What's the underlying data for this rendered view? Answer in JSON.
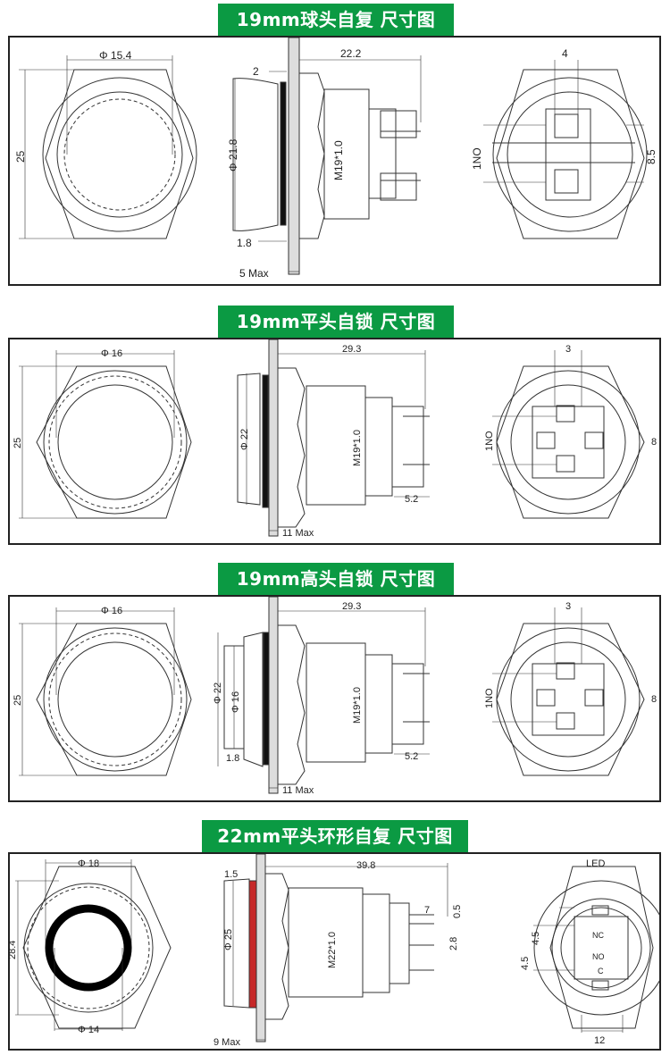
{
  "sections": [
    {
      "title": "19mm球头自复  尺寸图",
      "front": {
        "dia": "Φ 15.4",
        "hex": "25"
      },
      "side": {
        "len": "22.2",
        "d1": "2",
        "dia": "Φ 21.8",
        "thread": "M19*1.0",
        "d2": "1.8",
        "max": "5 Max"
      },
      "back": {
        "top": "4",
        "no": "1NO",
        "right": "8.5"
      }
    },
    {
      "title": "19mm平头自锁  尺寸图",
      "front": {
        "dia": "Φ 16",
        "hex": "25"
      },
      "side": {
        "len": "29.3",
        "dia": "Φ 22",
        "thread": "M19*1.0",
        "d3": "5.2",
        "max": "11 Max"
      },
      "back": {
        "top": "3",
        "no": "1NO",
        "right": "8"
      }
    },
    {
      "title": "19mm高头自锁  尺寸图",
      "front": {
        "dia": "Φ 16",
        "hex": "25"
      },
      "side": {
        "len": "29.3",
        "dia": "Φ 22",
        "dia2": "Φ 16",
        "thread": "M19*1.0",
        "d2": "1.8",
        "d3": "5.2",
        "max": "11 Max"
      },
      "back": {
        "top": "3",
        "no": "1NO",
        "right": "8"
      }
    },
    {
      "title": "22mm平头环形自复  尺寸图",
      "front": {
        "dia": "Φ 18",
        "dia2": "Φ 14",
        "hex": "28.4"
      },
      "side": {
        "len": "39.8",
        "d1": "1.5",
        "dia": "Φ 25",
        "thread": "M22*1.0",
        "p7": "7",
        "p05": "0.5",
        "p28": "2.8",
        "max": "9 Max"
      },
      "back": {
        "led": "LED",
        "nc": "NC",
        "no": "NO",
        "c": "C",
        "d45a": "4.5",
        "d45b": "4.5",
        "bottom": "12"
      }
    }
  ]
}
